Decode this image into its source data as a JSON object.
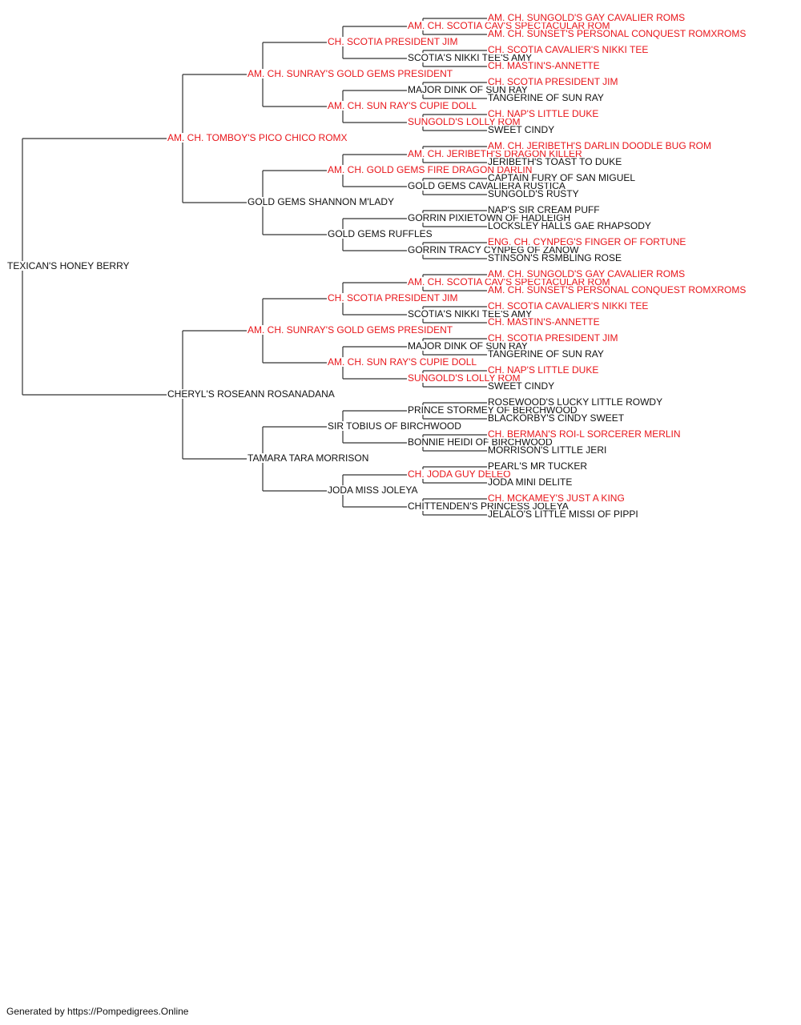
{
  "colors": {
    "champion": "#e8161b",
    "regular": "#111111",
    "line": "#333333"
  },
  "pedigree": {
    "name": "TEXICAN'S HONEY BERRY",
    "ch": false,
    "sire": {
      "name": "AM. CH. TOMBOY'S PICO CHICO ROMX",
      "ch": true,
      "sire": {
        "name": "AM. CH. SUNRAY'S GOLD GEMS PRESIDENT",
        "ch": true,
        "sire": {
          "name": "CH. SCOTIA PRESIDENT JIM",
          "ch": true,
          "sire": {
            "name": "AM. CH. SCOTIA CAV'S SPECTACULAR ROM",
            "ch": true,
            "sire": {
              "name": "AM. CH. SUNGOLD'S GAY CAVALIER ROMS",
              "ch": true
            },
            "dam": {
              "name": "AM. CH. SUNSET'S PERSONAL CONQUEST ROMXROMS",
              "ch": true
            }
          },
          "dam": {
            "name": "SCOTIA'S NIKKI TEE'S AMY",
            "ch": false,
            "sire": {
              "name": "CH. SCOTIA CAVALIER'S NIKKI TEE",
              "ch": true
            },
            "dam": {
              "name": "CH. MASTIN'S-ANNETTE",
              "ch": true
            }
          }
        },
        "dam": {
          "name": "AM. CH. SUN RAY'S CUPIE DOLL",
          "ch": true,
          "sire": {
            "name": "MAJOR DINK OF SUN RAY",
            "ch": false,
            "sire": {
              "name": "CH. SCOTIA PRESIDENT JIM",
              "ch": true
            },
            "dam": {
              "name": "TANGERINE OF SUN RAY",
              "ch": false
            }
          },
          "dam": {
            "name": "SUNGOLD'S LOLLY ROM",
            "ch": true,
            "sire": {
              "name": "CH. NAP'S LITTLE DUKE",
              "ch": true
            },
            "dam": {
              "name": "SWEET CINDY",
              "ch": false
            }
          }
        }
      },
      "dam": {
        "name": "GOLD GEMS SHANNON M'LADY",
        "ch": false,
        "sire": {
          "name": "AM. CH. GOLD GEMS FIRE DRAGON DARLIN",
          "ch": true,
          "sire": {
            "name": "AM. CH. JERIBETH'S DRAGON KILLER",
            "ch": true,
            "sire": {
              "name": "AM. CH. JERIBETH'S DARLIN DOODLE BUG ROM",
              "ch": true
            },
            "dam": {
              "name": "JERIBETH'S TOAST TO DUKE",
              "ch": false
            }
          },
          "dam": {
            "name": "GOLD GEMS CAVALIERA RUSTICA",
            "ch": false,
            "sire": {
              "name": "CAPTAIN FURY OF SAN MIGUEL",
              "ch": false
            },
            "dam": {
              "name": "SUNGOLD'S RUSTY",
              "ch": false
            }
          }
        },
        "dam": {
          "name": "GOLD GEMS RUFFLES",
          "ch": false,
          "sire": {
            "name": "GORRIN PIXIETOWN OF HADLEIGH",
            "ch": false,
            "sire": {
              "name": "NAP'S SIR CREAM PUFF",
              "ch": false
            },
            "dam": {
              "name": "LOCKSLEY HALLS GAE RHAPSODY",
              "ch": false
            }
          },
          "dam": {
            "name": "GORRIN TRACY CYNPEG OF ZANOW",
            "ch": false,
            "sire": {
              "name": "ENG. CH. CYNPEG'S FINGER OF FORTUNE",
              "ch": true
            },
            "dam": {
              "name": "STINSON'S RSMBLING ROSE",
              "ch": false
            }
          }
        }
      }
    },
    "dam": {
      "name": "CHERYL'S ROSEANN ROSANADANA",
      "ch": false,
      "sire": {
        "name": "AM. CH. SUNRAY'S GOLD GEMS PRESIDENT",
        "ch": true,
        "sire": {
          "name": "CH. SCOTIA PRESIDENT JIM",
          "ch": true,
          "sire": {
            "name": "AM. CH. SCOTIA CAV'S SPECTACULAR ROM",
            "ch": true,
            "sire": {
              "name": "AM. CH. SUNGOLD'S GAY CAVALIER ROMS",
              "ch": true
            },
            "dam": {
              "name": "AM. CH. SUNSET'S PERSONAL CONQUEST ROMXROMS",
              "ch": true
            }
          },
          "dam": {
            "name": "SCOTIA'S NIKKI TEE'S AMY",
            "ch": false,
            "sire": {
              "name": "CH. SCOTIA CAVALIER'S NIKKI TEE",
              "ch": true
            },
            "dam": {
              "name": "CH. MASTIN'S-ANNETTE",
              "ch": true
            }
          }
        },
        "dam": {
          "name": "AM. CH. SUN RAY'S CUPIE DOLL",
          "ch": true,
          "sire": {
            "name": "MAJOR DINK OF SUN RAY",
            "ch": false,
            "sire": {
              "name": "CH. SCOTIA PRESIDENT JIM",
              "ch": true
            },
            "dam": {
              "name": "TANGERINE OF SUN RAY",
              "ch": false
            }
          },
          "dam": {
            "name": "SUNGOLD'S LOLLY ROM",
            "ch": true,
            "sire": {
              "name": "CH. NAP'S LITTLE DUKE",
              "ch": true
            },
            "dam": {
              "name": "SWEET CINDY",
              "ch": false
            }
          }
        }
      },
      "dam": {
        "name": "TAMARA TARA MORRISON",
        "ch": false,
        "sire": {
          "name": "SIR TOBIUS OF BIRCHWOOD",
          "ch": false,
          "sire": {
            "name": "PRINCE STORMEY OF BERCHWOOD",
            "ch": false,
            "sire": {
              "name": "ROSEWOOD'S LUCKY LITTLE ROWDY",
              "ch": false
            },
            "dam": {
              "name": "BLACKORBY'S CINDY SWEET",
              "ch": false
            }
          },
          "dam": {
            "name": "BONNIE HEIDI OF BIRCHWOOD",
            "ch": false,
            "sire": {
              "name": "CH. BERMAN'S ROI-L SORCERER MERLIN",
              "ch": true
            },
            "dam": {
              "name": "MORRISON'S LITTLE JERI",
              "ch": false
            }
          }
        },
        "dam": {
          "name": "JODA MISS JOLEYA",
          "ch": false,
          "sire": {
            "name": "CH. JODA GUY DELEO",
            "ch": true,
            "sire": {
              "name": "PEARL'S MR TUCKER",
              "ch": false
            },
            "dam": {
              "name": "JODA MINI DELITE",
              "ch": false
            }
          },
          "dam": {
            "name": "CHITTENDEN'S PRINCESS JOLEYA",
            "ch": false,
            "sire": {
              "name": "CH. MCKAMEY'S JUST A KING",
              "ch": true
            },
            "dam": {
              "name": "JELALO'S LITTLE MISSI OF PIPPI",
              "ch": false
            }
          }
        }
      }
    }
  },
  "footer": {
    "text": "Generated by https://Pompedigrees.Online"
  }
}
